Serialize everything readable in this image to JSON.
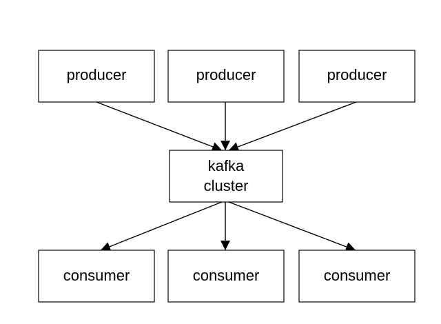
{
  "diagram": {
    "producers": [
      {
        "label": "producer"
      },
      {
        "label": "producer"
      },
      {
        "label": "producer"
      }
    ],
    "cluster": {
      "label_line1": "kafka",
      "label_line2": "cluster"
    },
    "consumers": [
      {
        "label": "consumer"
      },
      {
        "label": "consumer"
      },
      {
        "label": "consumer"
      }
    ],
    "edges": [
      {
        "from": "producer-1",
        "to": "kafka-cluster"
      },
      {
        "from": "producer-2",
        "to": "kafka-cluster"
      },
      {
        "from": "producer-3",
        "to": "kafka-cluster"
      },
      {
        "from": "kafka-cluster",
        "to": "consumer-1"
      },
      {
        "from": "kafka-cluster",
        "to": "consumer-2"
      },
      {
        "from": "kafka-cluster",
        "to": "consumer-3"
      }
    ],
    "colors": {
      "stroke": "#000000",
      "fill": "#ffffff",
      "text": "#000000"
    }
  }
}
